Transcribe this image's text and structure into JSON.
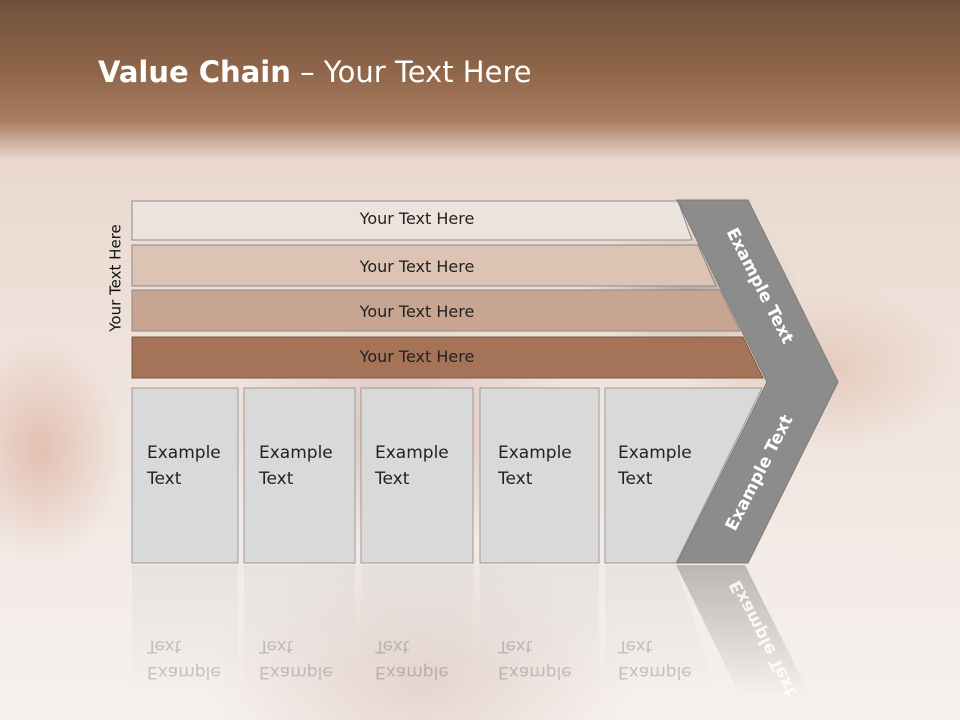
{
  "slide": {
    "title_bold": "Value Chain",
    "title_rest": " – Your Text Here",
    "side_label": "Your Text Here",
    "rows": [
      {
        "label": "Your Text Here",
        "color": "#ede3dd"
      },
      {
        "label": "Your Text Here",
        "color": "#dcc3b3"
      },
      {
        "label": "Your Text Here",
        "color": "#c8a591"
      },
      {
        "label": "Your Text Here",
        "color": "#a57458"
      }
    ],
    "boxes": [
      {
        "line1": "Example",
        "line2": "Text"
      },
      {
        "line1": "Example",
        "line2": "Text"
      },
      {
        "line1": "Example",
        "line2": "Text"
      },
      {
        "line1": "Example",
        "line2": "Text"
      },
      {
        "line1": "Example",
        "line2": "Text"
      }
    ],
    "chevron_top_label": "Example Text",
    "chevron_bottom_label": "Example Text",
    "colors": {
      "box_fill": "#d9d9d9",
      "chevron_fill": "#8c8c8c",
      "header_brown": "#90664a"
    }
  }
}
